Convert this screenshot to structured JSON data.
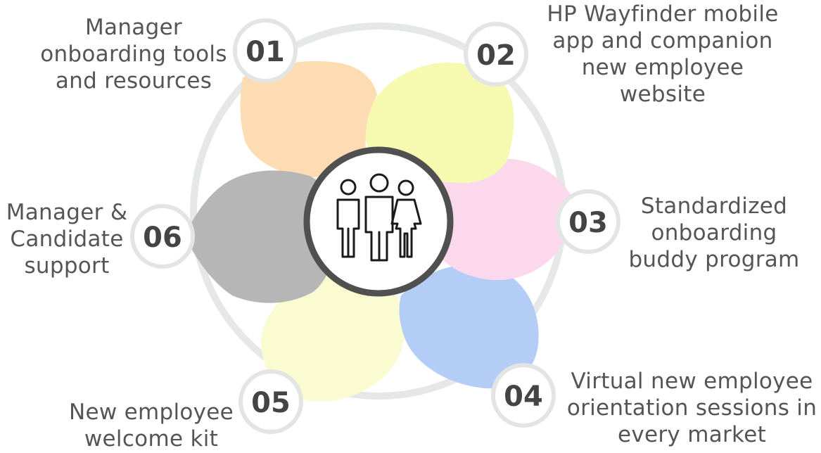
{
  "center": {
    "icon": "group-of-people-icon"
  },
  "colors": {
    "ring": "#e6e8e8",
    "badge_border": "#e3e5e5",
    "text": "#555555",
    "center_border": "#505050"
  },
  "segments": [
    {
      "number": "01",
      "lines": [
        "Manager",
        "onboarding tools",
        "and resources"
      ],
      "color": "#fddcb3"
    },
    {
      "number": "02",
      "lines": [
        "HP Wayfinder mobile",
        "app and companion",
        "new employee",
        "website"
      ],
      "color": "#f6f9b0"
    },
    {
      "number": "03",
      "lines": [
        "Standardized",
        "onboarding",
        "buddy program"
      ],
      "color": "#fbd8ec"
    },
    {
      "number": "04",
      "lines": [
        "Virtual new employee",
        "orientation sessions in",
        "every market"
      ],
      "color": "#b3cdf6"
    },
    {
      "number": "05",
      "lines": [
        "New employee",
        "welcome kit"
      ],
      "color": "#fafbd0"
    },
    {
      "number": "06",
      "lines": [
        "Manager &",
        "Candidate",
        "support"
      ],
      "color": "#b6b6b6"
    }
  ]
}
